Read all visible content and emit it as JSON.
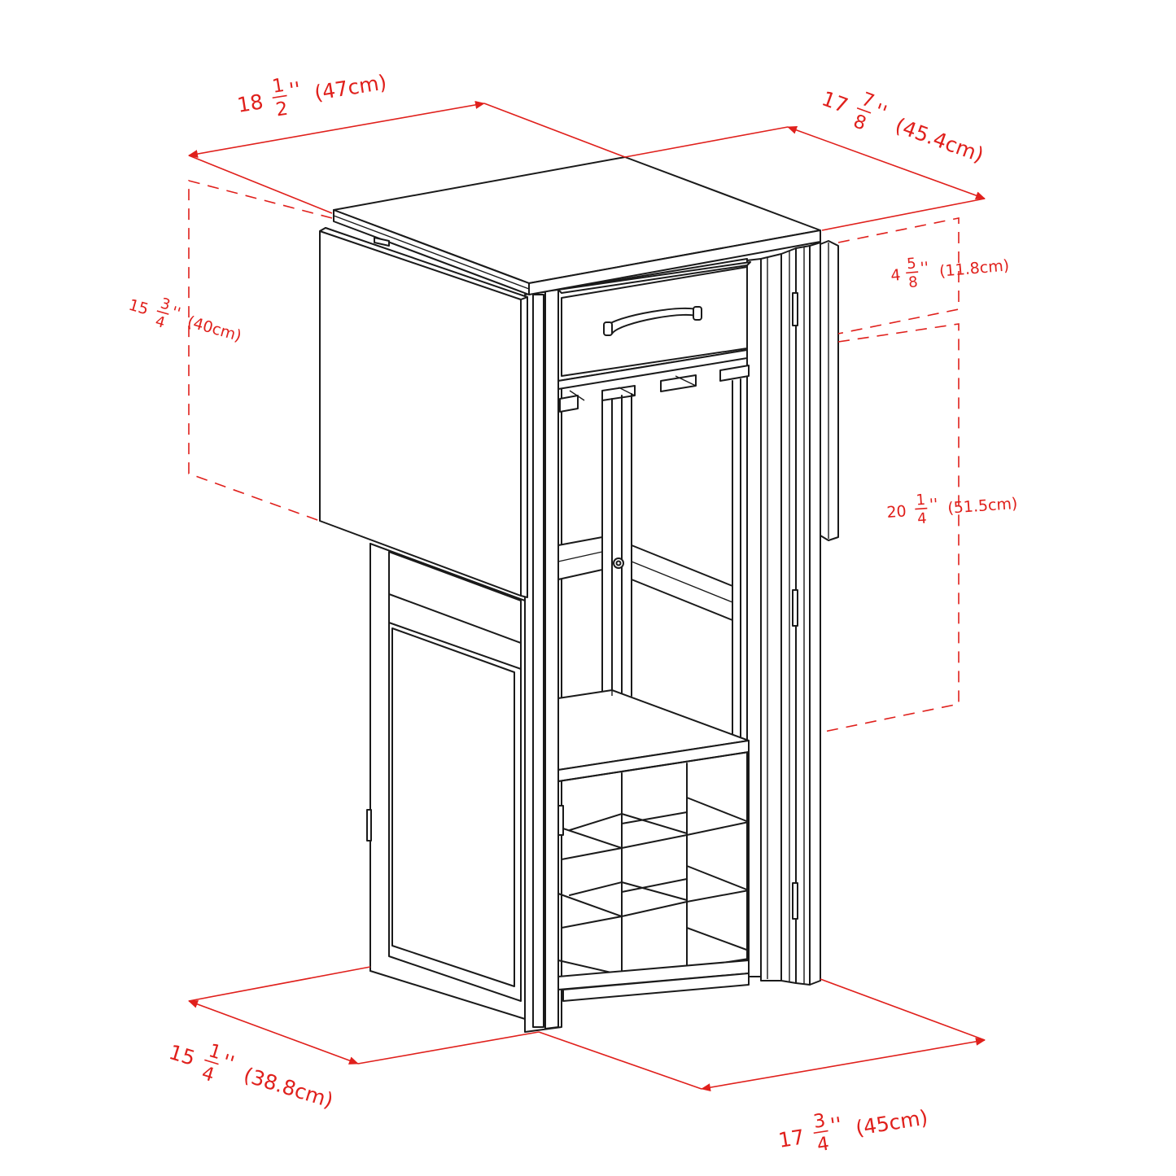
{
  "colors": {
    "dimension": "#e0201c",
    "outline": "#1a1a1a",
    "background": "#ffffff"
  },
  "dimensions": {
    "top_width": {
      "whole": "18",
      "num": "1",
      "den": "2",
      "metric": "(47cm)"
    },
    "top_depth": {
      "whole": "17",
      "num": "7",
      "den": "8",
      "metric": "(45.4cm)"
    },
    "leaf_height": {
      "whole": "15",
      "num": "3",
      "den": "4",
      "metric": "(40cm)"
    },
    "top_gap": {
      "whole": "4",
      "num": "5",
      "den": "8",
      "metric": "(11.8cm)"
    },
    "body_height": {
      "whole": "20",
      "num": "1",
      "den": "4",
      "metric": "(51.5cm)"
    },
    "base_width": {
      "whole": "15",
      "num": "1",
      "den": "4",
      "metric": "(38.8cm)"
    },
    "base_depth": {
      "whole": "17",
      "num": "3",
      "den": "4",
      "metric": "(45cm)"
    }
  }
}
